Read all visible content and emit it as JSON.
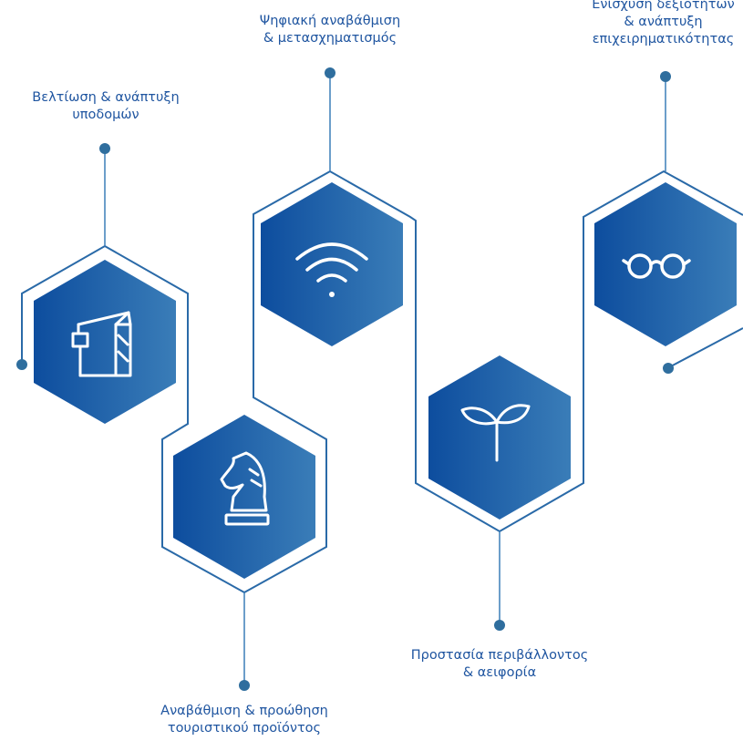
{
  "colors": {
    "primary": "#1f55a0",
    "dark": "#0d4d9e",
    "light": "#3a7db8",
    "line": "#2a6aa8",
    "dot": "#2f6e9e"
  },
  "items": [
    {
      "id": "infrastructure",
      "lines": [
        "Βελτίωση & ανάπτυξη",
        "υποδομών"
      ],
      "icon": "crane-icon"
    },
    {
      "id": "tourism",
      "lines": [
        "Αναβάθμιση & προώθηση",
        "τουριστικού προϊόντος"
      ],
      "icon": "chess-knight-icon"
    },
    {
      "id": "digital",
      "lines": [
        "Ψηφιακή αναβάθμιση",
        "& μετασχηματισμός"
      ],
      "icon": "wifi-icon"
    },
    {
      "id": "environment",
      "lines": [
        "Προστασία περιβάλλοντος",
        "& αειφορία"
      ],
      "icon": "sprout-icon"
    },
    {
      "id": "skills",
      "lines": [
        "Ενίσχυση δεξιοτήτων",
        "& ανάπτυξη",
        "επιχειρηματικότητας"
      ],
      "icon": "glasses-icon"
    }
  ]
}
